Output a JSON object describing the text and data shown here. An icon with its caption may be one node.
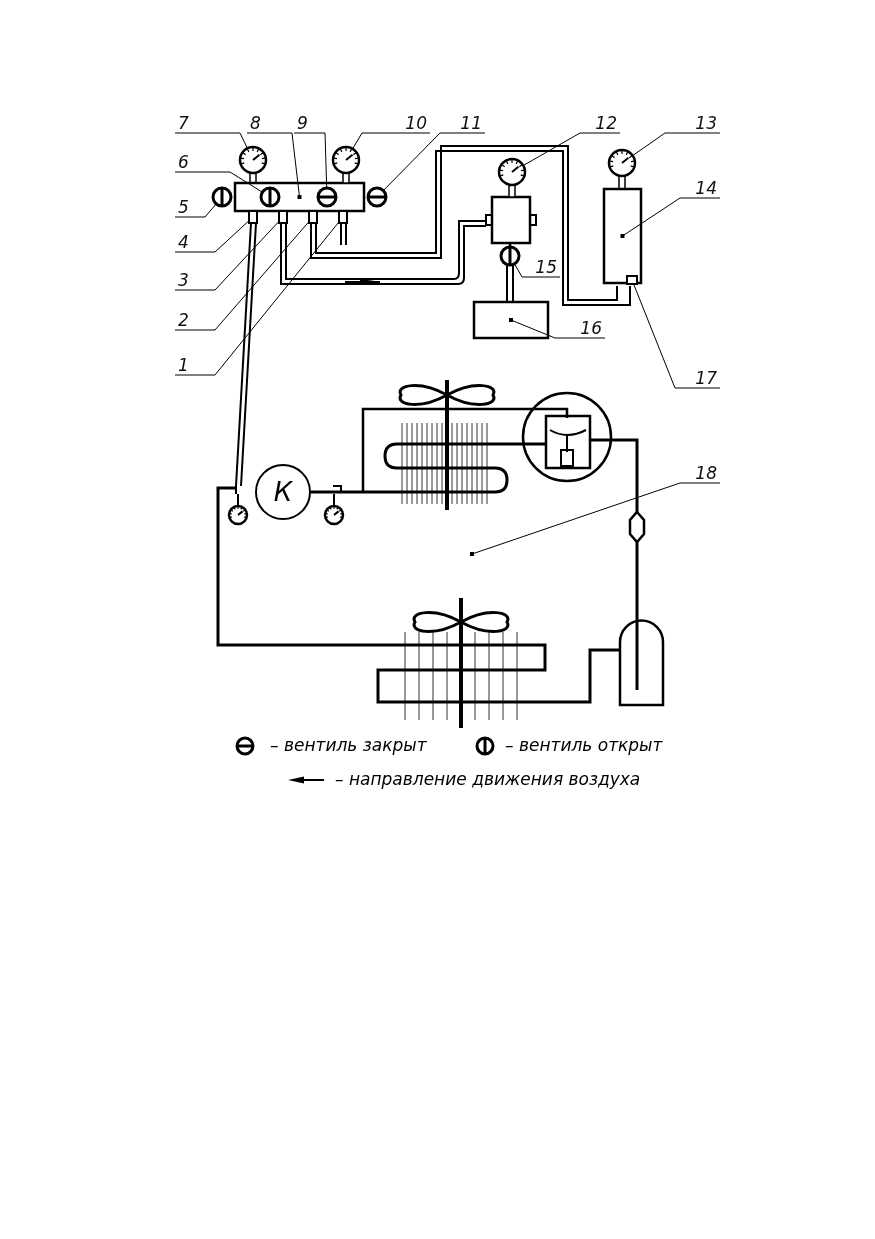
{
  "diagram": {
    "nodes": [
      {
        "text": [
          "7"
        ]
      },
      {
        "text": [
          "8"
        ]
      },
      {
        "text": [
          "9"
        ]
      },
      {
        "text": [
          "10"
        ]
      },
      {
        "text": [
          "11"
        ]
      },
      {
        "text": [
          "12"
        ]
      },
      {
        "text": [
          "13"
        ]
      },
      {
        "text": [
          "6"
        ]
      },
      {
        "text": [
          "14"
        ]
      },
      {
        "text": [
          "5"
        ]
      },
      {
        "text": [
          "4"
        ]
      },
      {
        "text": [
          "3"
        ]
      },
      {
        "text": [
          "15"
        ]
      },
      {
        "text": [
          "2"
        ]
      },
      {
        "text": [
          "16"
        ]
      },
      {
        "text": [
          "1"
        ]
      },
      {
        "text": [
          "17"
        ]
      },
      {
        "text": [
          "18"
        ]
      },
      {
        "text": [
          "К"
        ]
      },
      {
        "text": [],
        "shape": "circle"
      },
      {
        "text": [],
        "shape": "box"
      },
      {
        "text": [],
        "shape": "circle",
        "in": 20
      },
      {
        "text": [],
        "shape": "circle"
      },
      {
        "text": [],
        "shape": "circle"
      },
      {
        "text": [],
        "shape": "circle"
      },
      {
        "text": [],
        "shape": "circle"
      },
      {
        "text": [],
        "shape": "circle",
        "in": 20
      },
      {
        "text": [],
        "shape": "box"
      },
      {
        "text": [],
        "shape": "circle"
      },
      {
        "text": [],
        "shape": "box"
      },
      {
        "text": [],
        "shape": "box"
      },
      {
        "text": [],
        "shape": "circle"
      },
      {
        "text": [],
        "shape": "box"
      },
      {
        "text": [],
        "shape": "box"
      },
      {
        "text": [],
        "shape": "box"
      },
      {
        "text": [],
        "shape": "box",
        "in": 27
      }
    ],
    "edges": [
      {
        "from": 0,
        "to": 19,
        "arrow": "none"
      },
      {
        "from": 1,
        "to": 20,
        "arrow": "other"
      },
      {
        "from": 2,
        "to": 26,
        "arrow": "none"
      },
      {
        "from": 3,
        "to": 22,
        "arrow": "none"
      },
      {
        "from": 4,
        "to": 23,
        "arrow": "none"
      },
      {
        "from": 5,
        "to": 24,
        "arrow": "none"
      },
      {
        "from": 6,
        "to": 25,
        "arrow": "none"
      },
      {
        "from": 7,
        "to": 21,
        "arrow": "none"
      },
      {
        "from": 8,
        "to": 27,
        "arrow": "other"
      },
      {
        "from": 9,
        "to": 28,
        "arrow": "none"
      },
      {
        "from": 10,
        "to": 29,
        "arrow": "none"
      },
      {
        "from": 11,
        "to": 30,
        "arrow": "none"
      },
      {
        "from": 12,
        "to": 31,
        "arrow": "none"
      },
      {
        "from": 13,
        "to": 32,
        "arrow": "none"
      },
      {
        "from": 14,
        "to": 33,
        "arrow": "other"
      },
      {
        "from": 15,
        "to": 34,
        "arrow": "none"
      },
      {
        "from": 16,
        "to": 35,
        "arrow": "none"
      },
      {
        "from": 17,
        "to": null,
        "arrow": "other"
      }
    ],
    "legend": [
      {
        "text": "– вентиль закрыт"
      },
      {
        "text": "– вентиль открыт"
      },
      {
        "text": "– направление движения воздуха"
      }
    ]
  }
}
